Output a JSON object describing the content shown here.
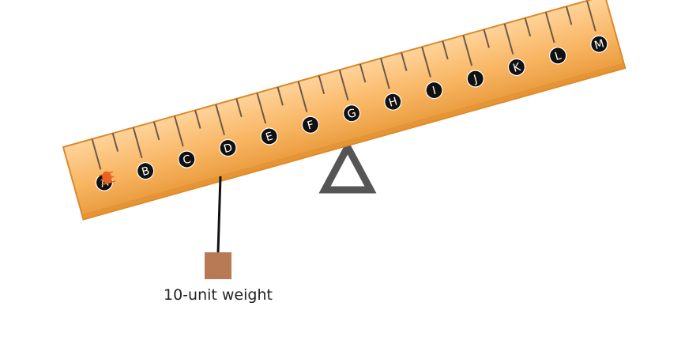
{
  "ruler": {
    "markers": [
      "A",
      "B",
      "C",
      "D",
      "E",
      "F",
      "G",
      "H",
      "I",
      "J",
      "K",
      "L",
      "M"
    ],
    "colors": {
      "body": "#f7b45f",
      "body_light": "#ffd9a0",
      "edge": "#d98a2a",
      "tick": "#5a4a3a",
      "marker_fill": "#111111",
      "marker_text": "#ffffff"
    }
  },
  "fulcrum": {
    "position_marker": "G",
    "color": "#555555"
  },
  "weight": {
    "hang_marker": "D",
    "label": "10-unit weight",
    "color": "#b87a55",
    "string_color": "#111111"
  },
  "bug": {
    "icon": "bug-icon",
    "near_marker": "A",
    "color": "#e8641e"
  }
}
